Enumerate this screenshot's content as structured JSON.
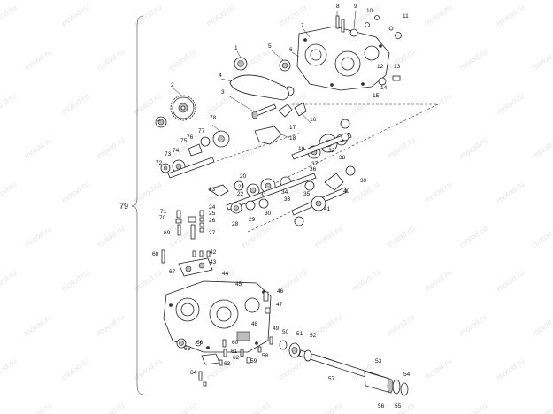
{
  "watermark": "motod.ru",
  "assembly_callout": "79",
  "callouts": [
    "1",
    "2",
    "3",
    "4",
    "5",
    "6",
    "7",
    "8",
    "9",
    "10",
    "11",
    "12",
    "13",
    "14",
    "15",
    "16",
    "17",
    "18",
    "19",
    "20",
    "21",
    "22",
    "23",
    "24",
    "25",
    "26",
    "27",
    "28",
    "29",
    "30",
    "31",
    "32",
    "33",
    "34",
    "35",
    "36",
    "37",
    "38",
    "39",
    "40",
    "41",
    "42",
    "43",
    "44",
    "45",
    "46",
    "47",
    "48",
    "49",
    "50",
    "51",
    "52",
    "53",
    "54",
    "55",
    "56",
    "57",
    "58",
    "59",
    "60",
    "61",
    "62",
    "63",
    "64",
    "65",
    "66",
    "67",
    "68",
    "69",
    "70",
    "71",
    "72",
    "73",
    "74",
    "75",
    "76",
    "77",
    "78"
  ]
}
